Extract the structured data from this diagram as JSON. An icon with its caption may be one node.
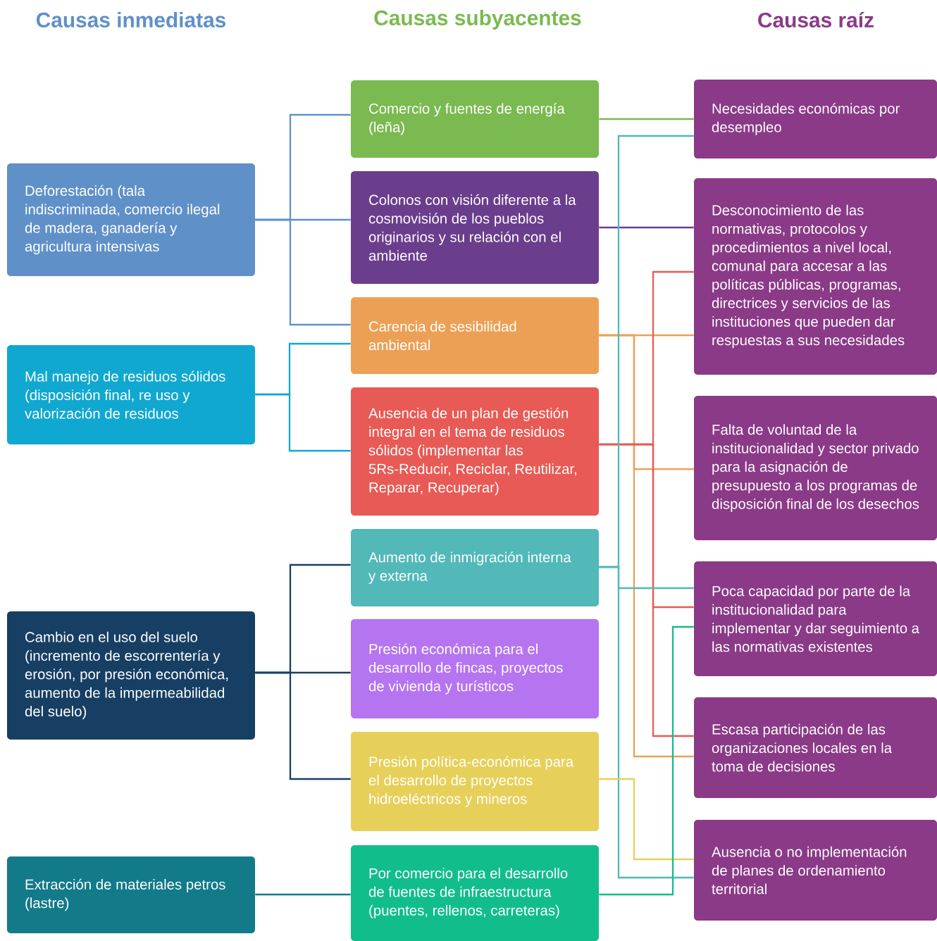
{
  "diagram": {
    "nodes": [
      {
        "text": [
          "Deforestación (tala indiscriminada, comercio ilegal de madera, ganadería y agricultura intensivas"
        ]
      },
      {
        "text": [
          "Mal manejo de residuos sólidos (disposición final, re uso y valorización de residuos"
        ]
      },
      {
        "text": [
          "Cambio en el uso del suelo (incremento de escorrentería y erosión, por presión económica, aumento de la impermeabilidad del suelo)"
        ]
      },
      {
        "text": [
          "Extracción de materiales petros (lastre)"
        ]
      },
      {
        "text": [
          "Comercio y fuentes de energía (leña)"
        ]
      },
      {
        "text": [
          "Colonos con visión diferente a la cosmovisión de los pueblos originarios y su relación con el ambiente"
        ]
      },
      {
        "text": [
          "Carencia de sesibilidad ambiental"
        ]
      },
      {
        "text": [
          "Ausencia de un plan de gestión integral en el tema de residuos sólidos (implementar las 5Rs-Reducir, Reciclar, Reutilizar, Reparar, Recuperar)"
        ]
      },
      {
        "text": [
          "Aumento de inmigración interna y externa"
        ]
      },
      {
        "text": [
          "Presión económica para el desarrollo de fincas, proyectos de vivienda y turísticos"
        ]
      },
      {
        "text": [
          "Presión política-económica para el desarrollo de proyectos hidroeléctricos y mineros"
        ]
      },
      {
        "text": [
          "Por comercio para el desarrollo de fuentes de infraestructura (puentes, rellenos, carreteras)"
        ]
      },
      {
        "text": [
          "Necesidades económicas por desempleo"
        ]
      },
      {
        "text": [
          "Desconocimiento de las normativas, protocolos y procedimientos a nivel local, comunal para accesar a las políticas públicas, programas, directrices y servicios de las instituciones que pueden dar respuestas a sus necesidades"
        ]
      },
      {
        "text": [
          "Falta de voluntad de la institucionalidad y sector privado para la asignación de presupuesto a los programas de disposición final de los desechos"
        ]
      },
      {
        "text": [
          "Poca capacidad por parte de la institucionalidad para implementar y dar seguimiento a las normativas existentes"
        ]
      },
      {
        "text": [
          "Escasa participación de las organizaciones locales en la toma de decisiones"
        ]
      },
      {
        "text": [
          "Ausencia o no implementación de planes de ordenamiento territorial"
        ]
      }
    ],
    "edges": [
      {
        "from": 0,
        "to": 4,
        "arrow": "none",
        "color": "#6090c8"
      },
      {
        "from": 0,
        "to": 5,
        "arrow": "none",
        "color": "#6090c8"
      },
      {
        "from": 0,
        "to": 6,
        "arrow": "none",
        "color": "#6090c8"
      },
      {
        "from": 1,
        "to": 6,
        "arrow": "none",
        "color": "#10a8d0"
      },
      {
        "from": 1,
        "to": 7,
        "arrow": "none",
        "color": "#10a8d0"
      },
      {
        "from": 2,
        "to": 8,
        "arrow": "none",
        "color": "#173f63"
      },
      {
        "from": 2,
        "to": 9,
        "arrow": "none",
        "color": "#173f63"
      },
      {
        "from": 2,
        "to": 10,
        "arrow": "none",
        "color": "#173f63"
      },
      {
        "from": 3,
        "to": 11,
        "arrow": "none",
        "color": "#137a8a"
      },
      {
        "from": 4,
        "to": 12,
        "arrow": "none",
        "color": "#7aba50"
      },
      {
        "from": 5,
        "to": 13,
        "arrow": "none",
        "color": "#6a3e8c"
      },
      {
        "from": 6,
        "to": 13,
        "arrow": "none",
        "color": "#eca055"
      },
      {
        "from": 6,
        "to": 14,
        "arrow": "none",
        "color": "#eca055"
      },
      {
        "from": 6,
        "to": 16,
        "arrow": "none",
        "color": "#eca055"
      },
      {
        "from": 7,
        "to": 13,
        "arrow": "none",
        "color": "#e85a55"
      },
      {
        "from": 7,
        "to": 15,
        "arrow": "none",
        "color": "#e85a55"
      },
      {
        "from": 7,
        "to": 16,
        "arrow": "none",
        "color": "#e85a55"
      },
      {
        "from": 8,
        "to": 12,
        "arrow": "none",
        "color": "#52b8b8"
      },
      {
        "from": 8,
        "to": 15,
        "arrow": "none",
        "color": "#52b8b8"
      },
      {
        "from": 8,
        "to": 17,
        "arrow": "none",
        "color": "#52b8b8"
      },
      {
        "from": 10,
        "to": 17,
        "arrow": "none",
        "color": "#e6d05a"
      },
      {
        "from": 11,
        "to": 15,
        "arrow": "none",
        "color": "#12bd8c"
      }
    ],
    "labels": [
      "Causas inmediatas",
      "Causas subyacentes",
      "Causas raíz"
    ]
  }
}
